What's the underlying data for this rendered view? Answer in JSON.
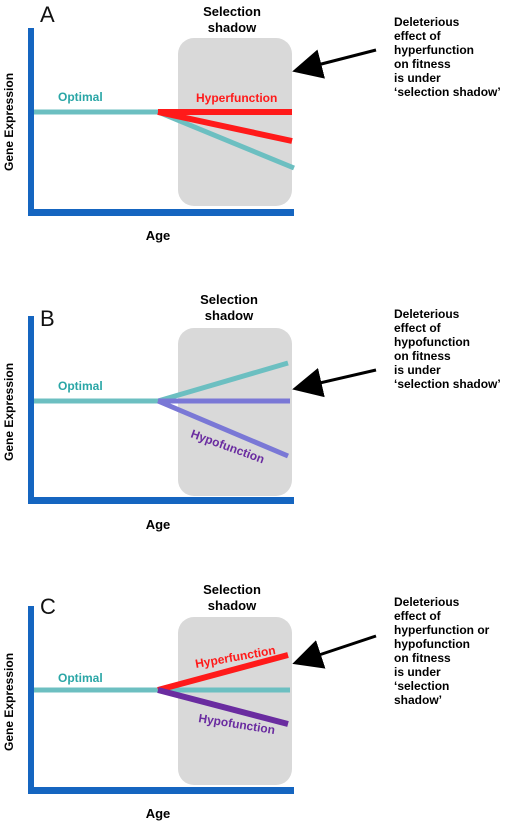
{
  "colors": {
    "axis": "#1565c0",
    "optimal": "#6cbfc1",
    "hyper": "#ff1a1a",
    "hypoLine": "#7a78d6",
    "hypoText": "#6a2ca0",
    "hypoC": "#6a2ca0",
    "shadow": "#d9d9d9",
    "optimalText": "#2aa6a6"
  },
  "panels": [
    {
      "letter": "A",
      "shadow_title": [
        "Selection",
        "shadow"
      ],
      "ylabel": "Gene  Expression",
      "xlabel": "Age",
      "optimal_label": "Optimal",
      "variant_labels": {
        "hyper": "Hyperfunction"
      },
      "note": [
        "Deleterious",
        "effect of",
        "hyperfunction",
        "on fitness",
        "is under",
        "‘selection shadow’"
      ]
    },
    {
      "letter": "B",
      "shadow_title": [
        "Selection",
        "shadow"
      ],
      "ylabel": "Gene  Expression",
      "xlabel": "Age",
      "optimal_label": "Optimal",
      "variant_labels": {
        "hypo": "Hypofunction"
      },
      "note": [
        "Deleterious",
        "effect of",
        "hypofunction",
        "on fitness",
        "is under",
        "‘selection shadow’"
      ]
    },
    {
      "letter": "C",
      "shadow_title": [
        "Selection",
        "shadow"
      ],
      "ylabel": "Gene  Expression",
      "xlabel": "Age",
      "optimal_label": "Optimal",
      "variant_labels": {
        "hyper": "Hyperfunction",
        "hypo": "Hypofunction"
      },
      "note": [
        "Deleterious",
        "effect of",
        "hyperfunction or",
        "hypofunction",
        "on fitness",
        "is under",
        "‘selection",
        "shadow’"
      ]
    }
  ]
}
